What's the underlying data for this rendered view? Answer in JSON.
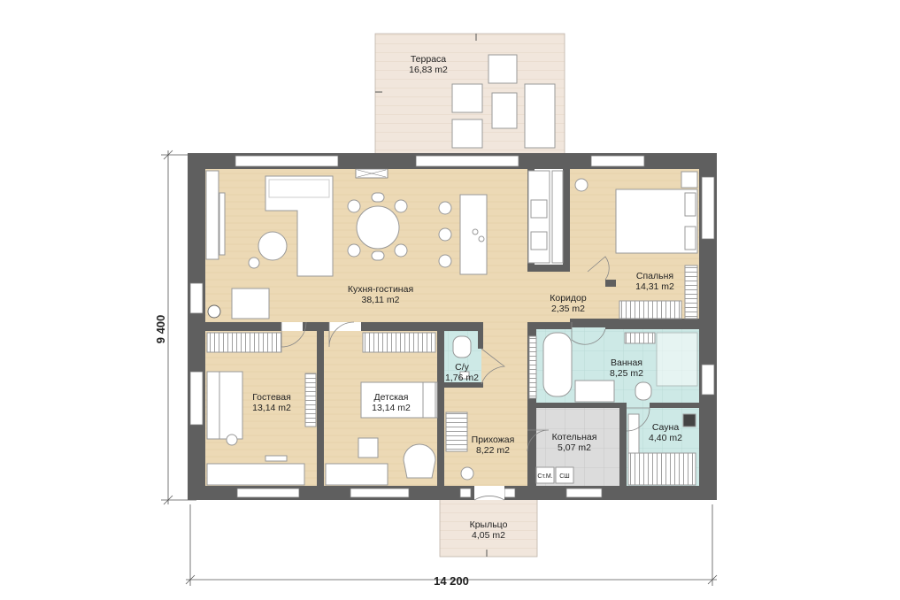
{
  "colors": {
    "wall": "#5f5f5f",
    "wood_floor": "#ecd9b5",
    "wood_floor_dark": "#e7cfa6",
    "tile_floor": "#cde9e6",
    "boiler_floor": "#dcdcdc",
    "terrace_floor": "#f1e6dc",
    "furniture": "#ffffff"
  },
  "rooms": {
    "terrace": {
      "name": "Терраса",
      "area": "16,83 m2"
    },
    "kitchen_living": {
      "name": "Кухня-гостиная",
      "area": "38,11 m2"
    },
    "bedroom": {
      "name": "Спальня",
      "area": "14,31 m2"
    },
    "corridor": {
      "name": "Коридор",
      "area": "2,35 m2"
    },
    "wc": {
      "name": "С/у",
      "area": "1,76 m2"
    },
    "bathroom": {
      "name": "Ванная",
      "area": "8,25 m2"
    },
    "guest": {
      "name": "Гостевая",
      "area": "13,14 m2"
    },
    "kids": {
      "name": "Детская",
      "area": "13,14 m2"
    },
    "hallway": {
      "name": "Прихожая",
      "area": "8,22 m2"
    },
    "boiler": {
      "name": "Котельная",
      "area": "5,07 m2"
    },
    "sauna": {
      "name": "Сауна",
      "area": "4,40 m2"
    },
    "porch": {
      "name": "Крыльцо",
      "area": "4,05 m2"
    }
  },
  "equipment": {
    "washing_machine": "Ст.М.",
    "dryer": "СШ"
  },
  "dimensions": {
    "width": "14 200",
    "height": "9 400"
  }
}
